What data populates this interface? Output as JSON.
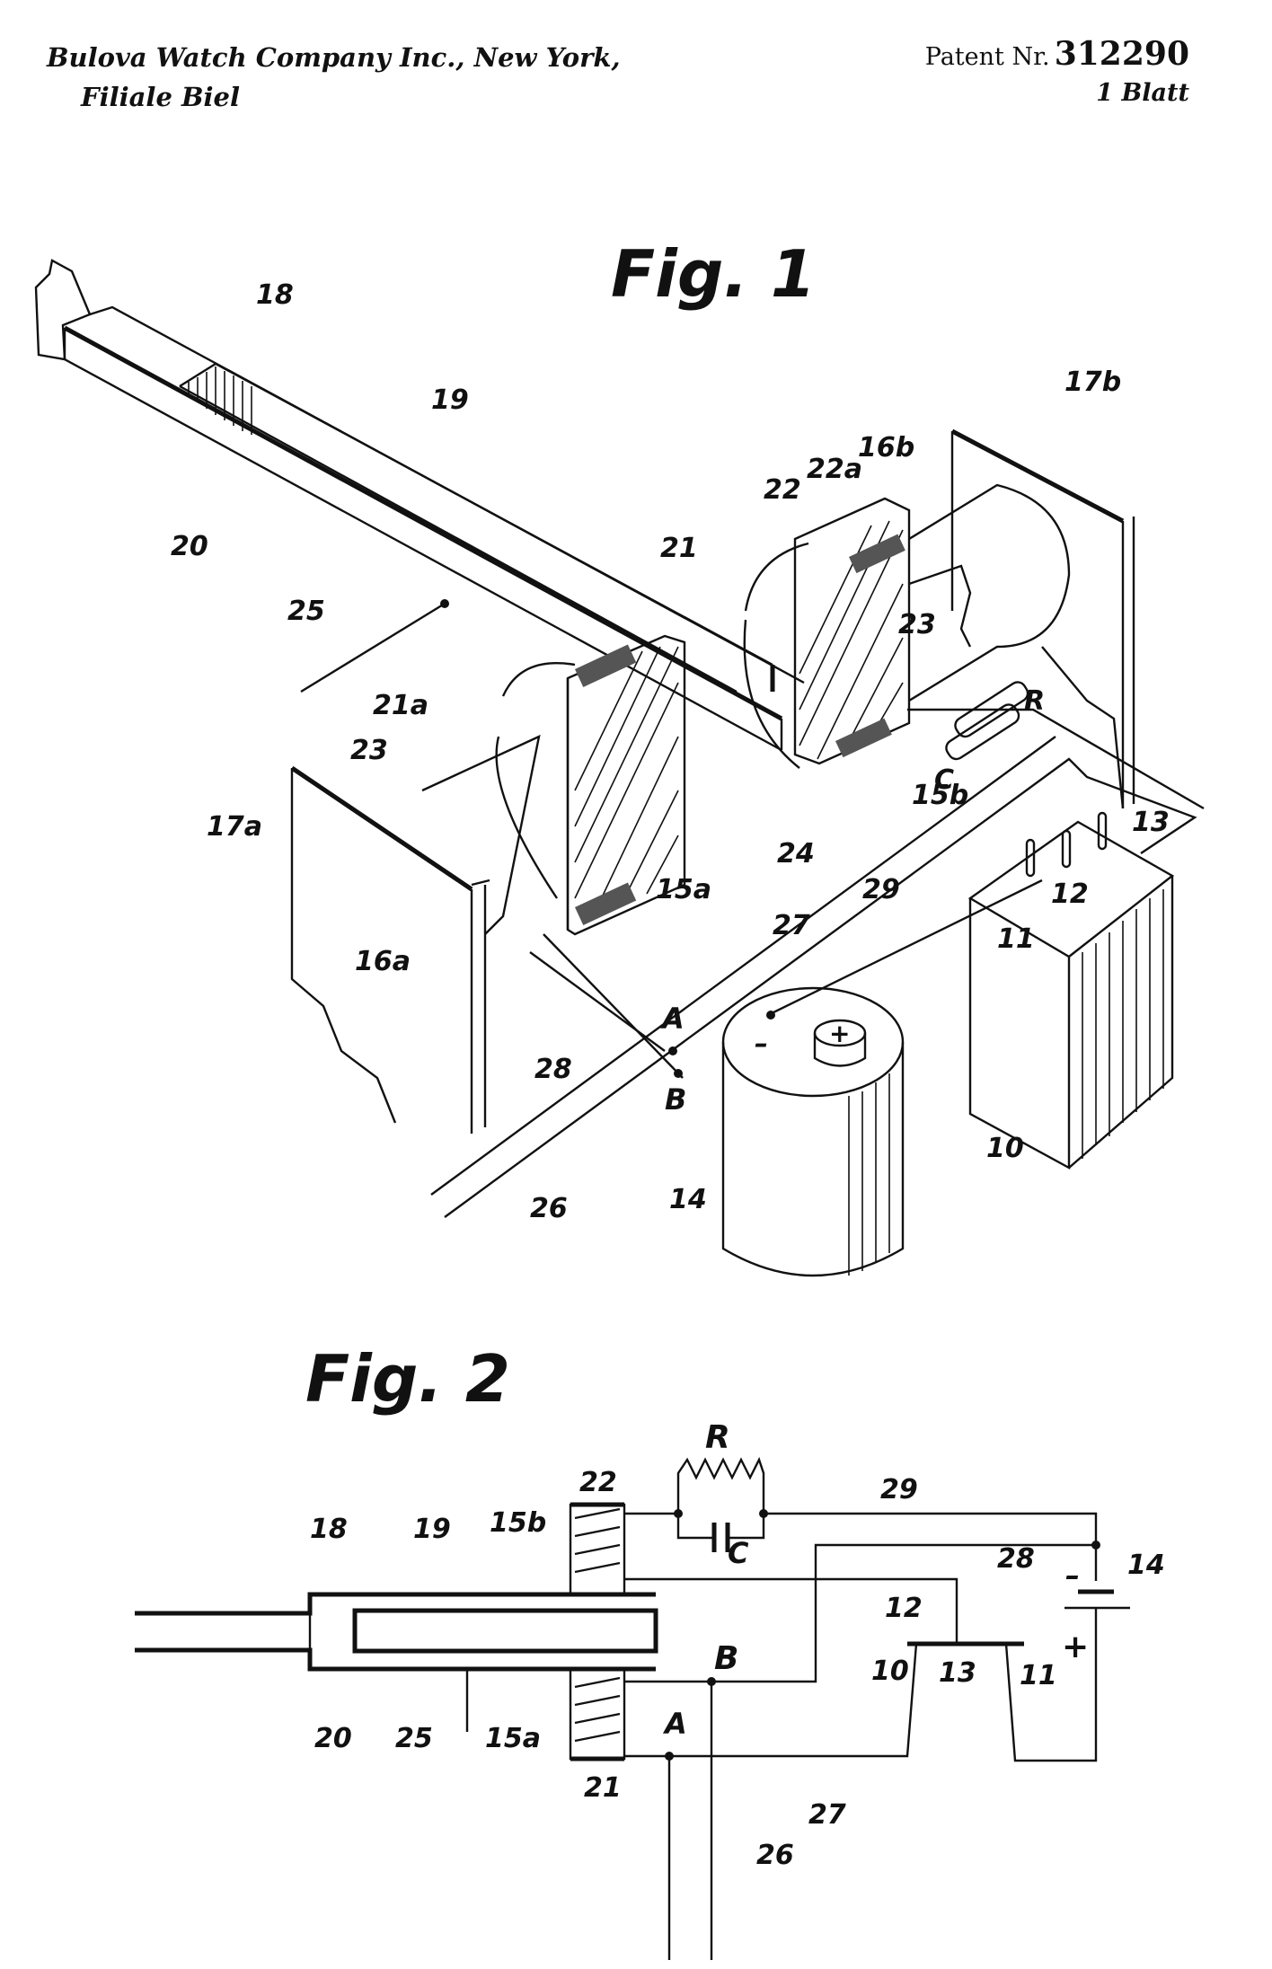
{
  "header": {
    "applicant_line1": "Bulova Watch Company Inc., New York,",
    "applicant_line2": "Filiale Biel",
    "patent_label": "Patent Nr.",
    "patent_number": "312290",
    "sheet_count": "1 Blatt"
  },
  "figure1": {
    "title": "Fig. 1",
    "labels": {
      "fork_base": "18",
      "tine_upper": "19",
      "tine_lower": "20",
      "pin": "25",
      "magnet_21": "21",
      "magnet_21a": "21a",
      "magnet_22": "22",
      "magnet_22a": "22a",
      "core_23_left": "23",
      "core_23_right": "23",
      "gap_24": "24",
      "coil_15a": "15a",
      "coil_15b": "15b",
      "plate_16a": "16a",
      "plate_16b": "16b",
      "support_17a": "17a",
      "support_17b": "17b",
      "resistor": "R",
      "capacitor": "C",
      "contact_13": "13",
      "contact_12": "12",
      "contact_11": "11",
      "switch_block": "10",
      "battery": "14",
      "wire_27": "27",
      "wire_28": "28",
      "wire_29": "29",
      "wires_26": "26",
      "node_a": "A",
      "node_b": "B",
      "battery_plus": "+",
      "battery_minus": "–"
    }
  },
  "figure2": {
    "title": "Fig. 2",
    "labels": {
      "fork_base": "18",
      "tine_upper": "19",
      "tine_lower": "20",
      "pin": "25",
      "coil_15a": "15a",
      "coil_15b": "15b",
      "magnet_21": "21",
      "magnet_22": "22",
      "resistor": "R",
      "capacitor": "C",
      "wire_29": "29",
      "wire_28": "28",
      "wire_27": "27",
      "wires_26": "26",
      "contact_12": "12",
      "contact_13": "13",
      "contact_11": "11",
      "switch_10": "10",
      "battery": "14",
      "node_a": "A",
      "node_b": "B",
      "battery_plus": "+",
      "battery_minus": "–"
    }
  }
}
